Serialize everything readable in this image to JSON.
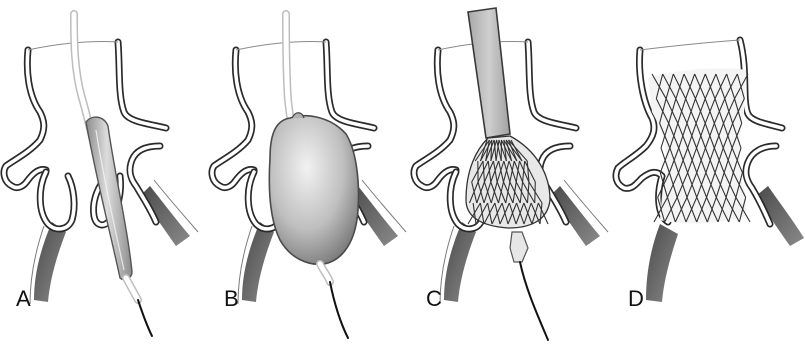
{
  "panels": [
    {
      "id": "A",
      "label": "A"
    },
    {
      "id": "B",
      "label": "B"
    },
    {
      "id": "C",
      "label": "C"
    },
    {
      "id": "D",
      "label": "D"
    }
  ],
  "colors": {
    "wall": "#2a2a2a",
    "device_gray": "#bdbdbd",
    "shadow": "#555555",
    "background": "#ffffff"
  }
}
